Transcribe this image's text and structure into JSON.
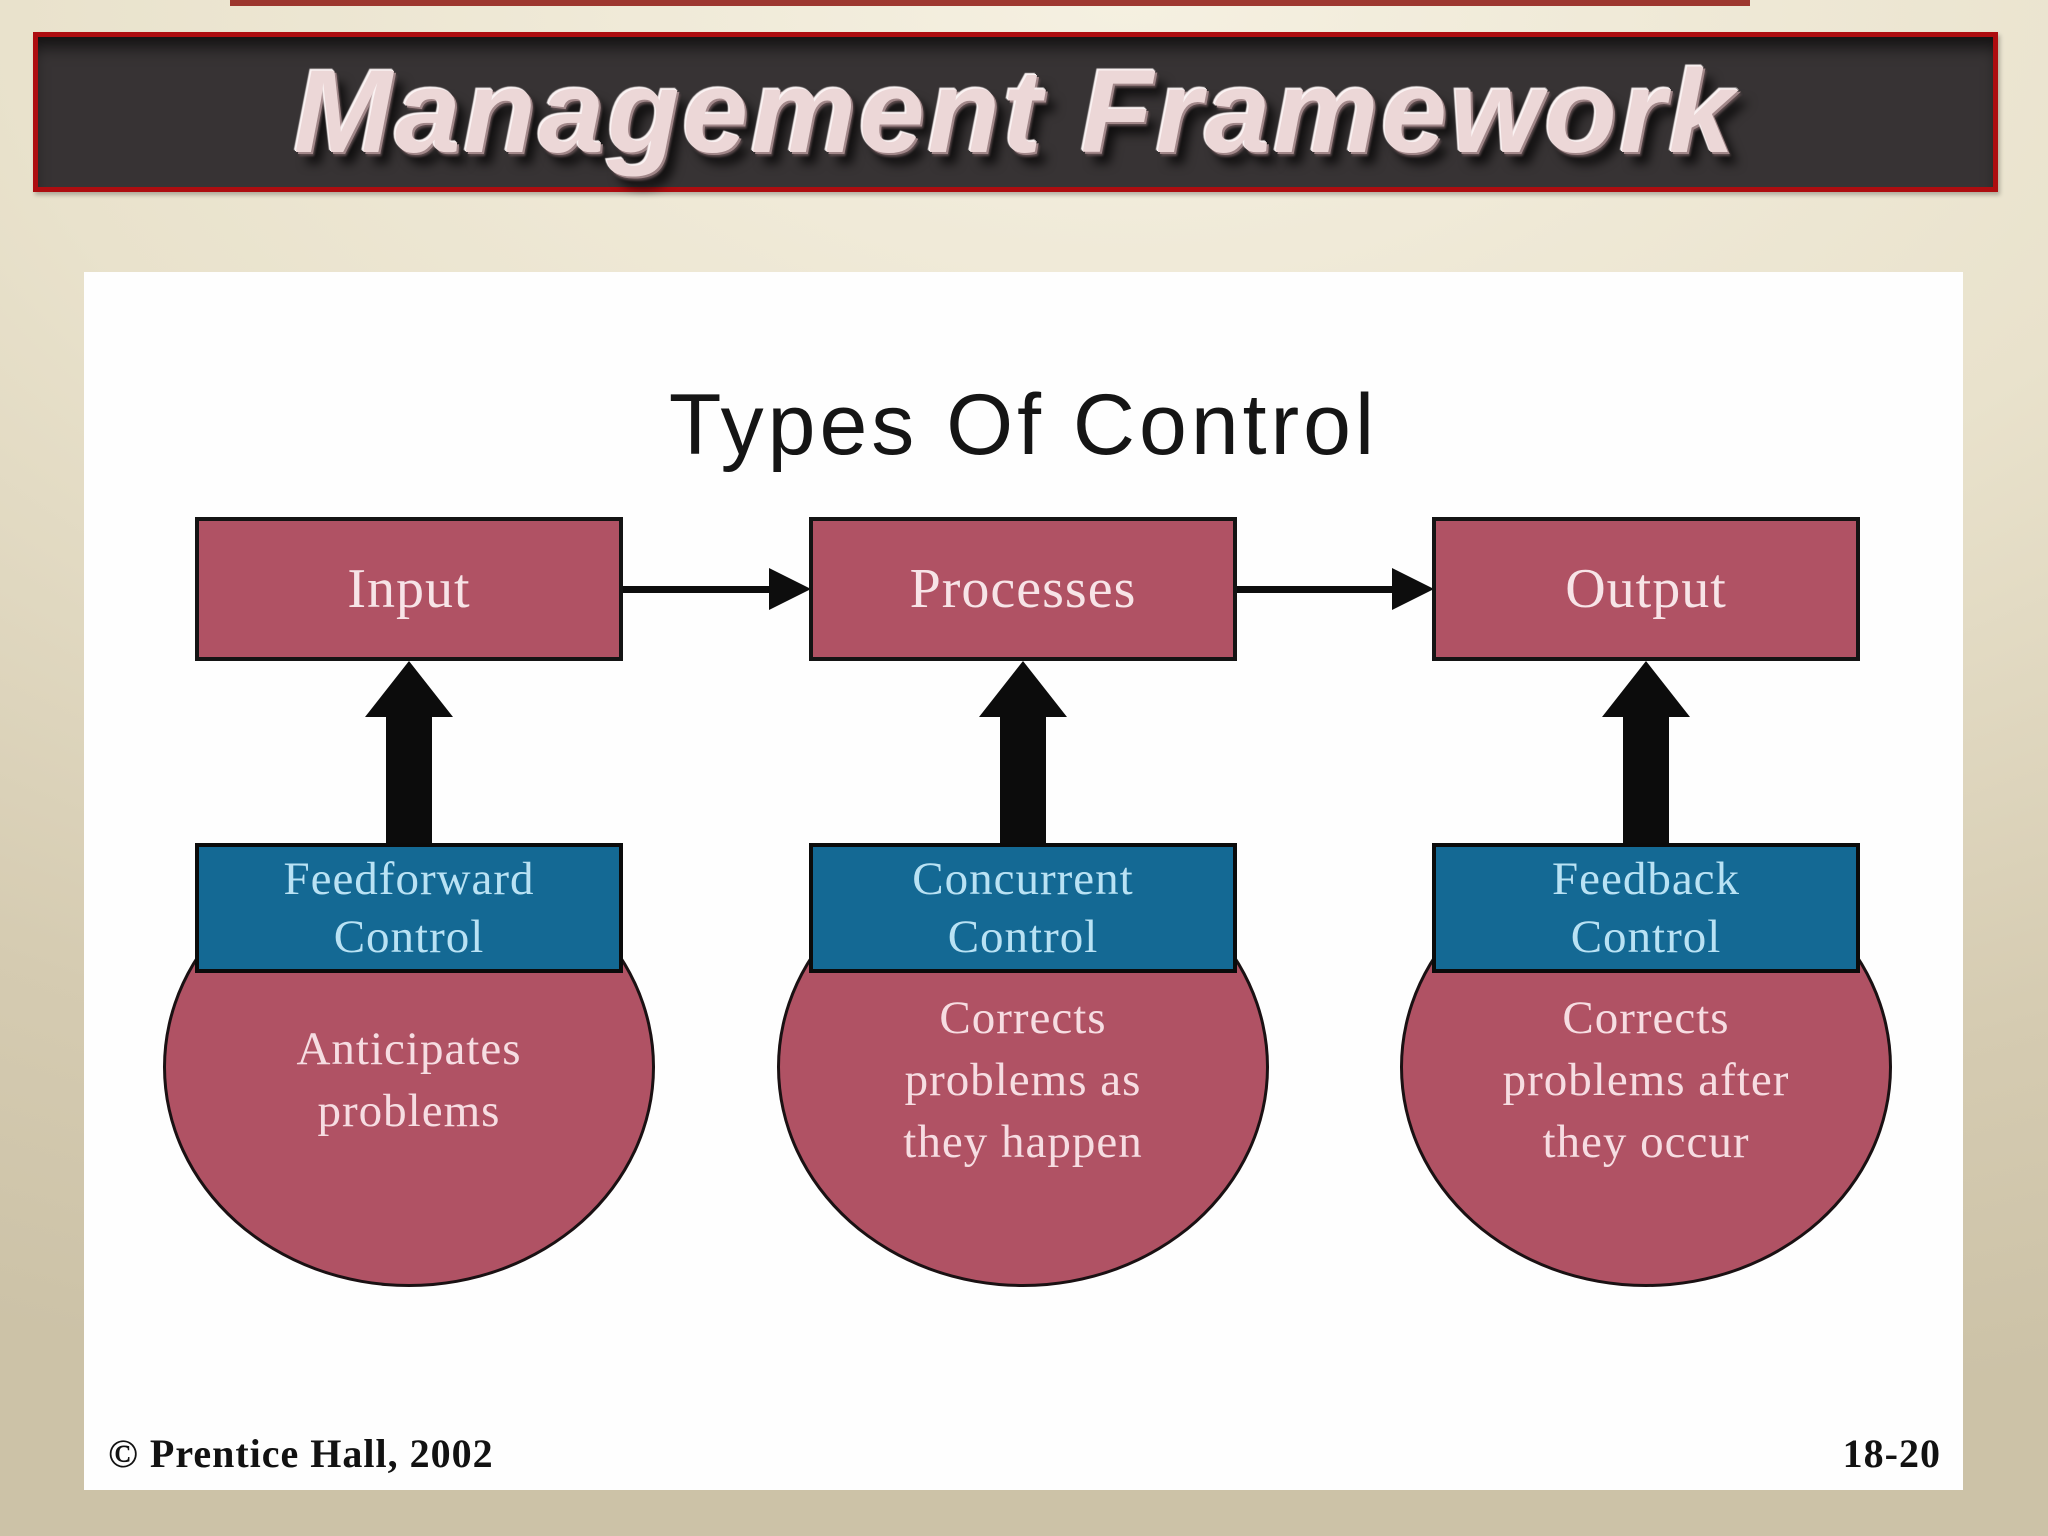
{
  "header": {
    "title": "Management Framework"
  },
  "slide": {
    "title": "Types Of Control",
    "columns": [
      {
        "stage": "Input",
        "control_lines": [
          "Feedforward",
          "Control"
        ],
        "effect_lines": [
          "Anticipates",
          "problems"
        ]
      },
      {
        "stage": "Processes",
        "control_lines": [
          "Concurrent",
          "Control"
        ],
        "effect_lines": [
          "Corrects",
          "problems as",
          "they happen"
        ]
      },
      {
        "stage": "Output",
        "control_lines": [
          "Feedback",
          "Control"
        ],
        "effect_lines": [
          "Corrects",
          "problems after",
          "they occur"
        ]
      }
    ],
    "footer": {
      "copyright": "© Prentice Hall, 2002",
      "page": "18-20"
    }
  },
  "colors": {
    "background_top": "#f5f0e1",
    "background_bottom": "#ccc2a7",
    "header_bar": "#373334",
    "header_border": "#ad0d10",
    "header_text": "#ecd7d7",
    "stage_box": "#b05264",
    "stage_text": "#f7e4e7",
    "control_box": "#146994",
    "control_text": "#b9e2f4",
    "bubble": "#b05264",
    "bubble_text": "#f6dde2",
    "arrow": "#0c0c0c"
  }
}
